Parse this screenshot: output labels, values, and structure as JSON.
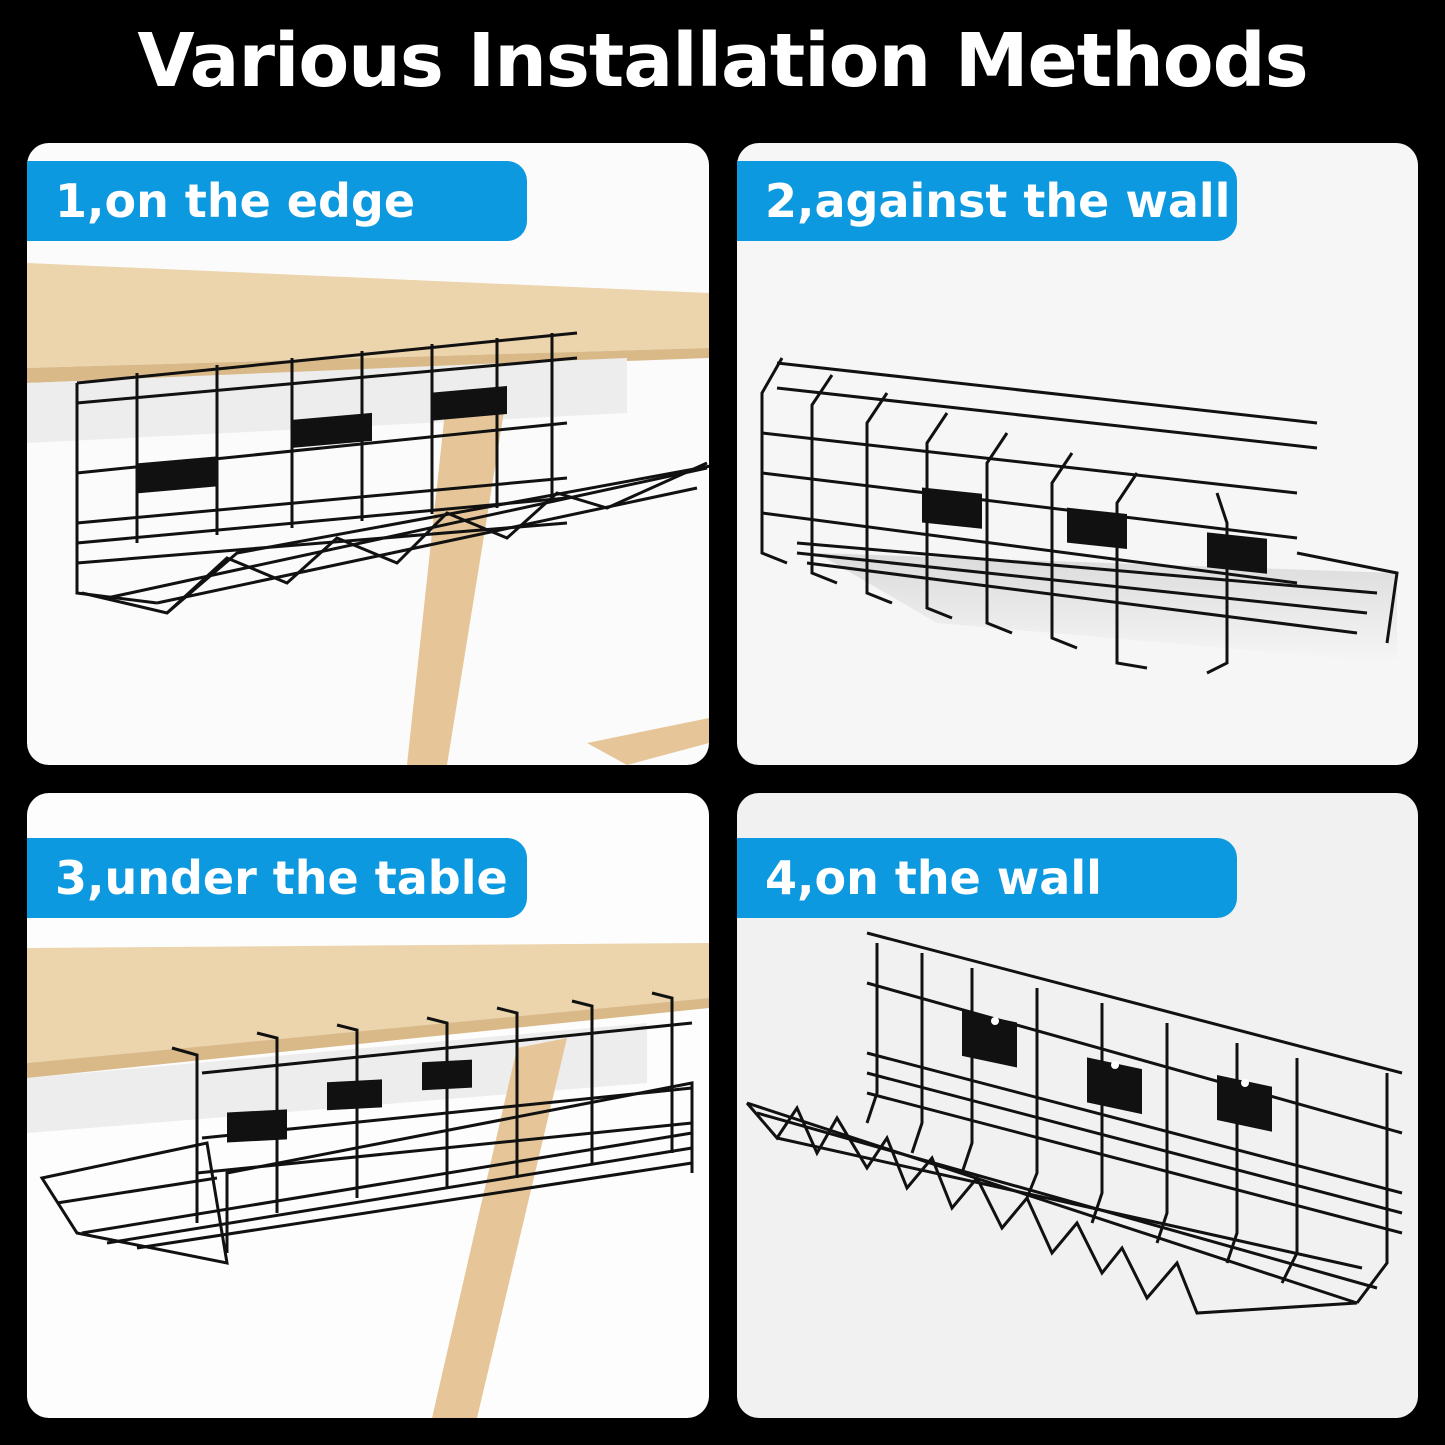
{
  "title": "Various Installation Methods",
  "colors": {
    "background": "#000000",
    "label_bg": "#0d99e0",
    "label_text": "#ffffff",
    "wood": "#e9cfa6",
    "wire": "#111111"
  },
  "panels": [
    {
      "label": "1,on the edge",
      "scene": "rack-hanging-on-desk-edge"
    },
    {
      "label": "2,against the wall",
      "scene": "rack-standing-against-wall"
    },
    {
      "label": "3,under the table",
      "scene": "rack-mounted-under-table"
    },
    {
      "label": "4,on the wall",
      "scene": "rack-mounted-on-wall"
    }
  ]
}
